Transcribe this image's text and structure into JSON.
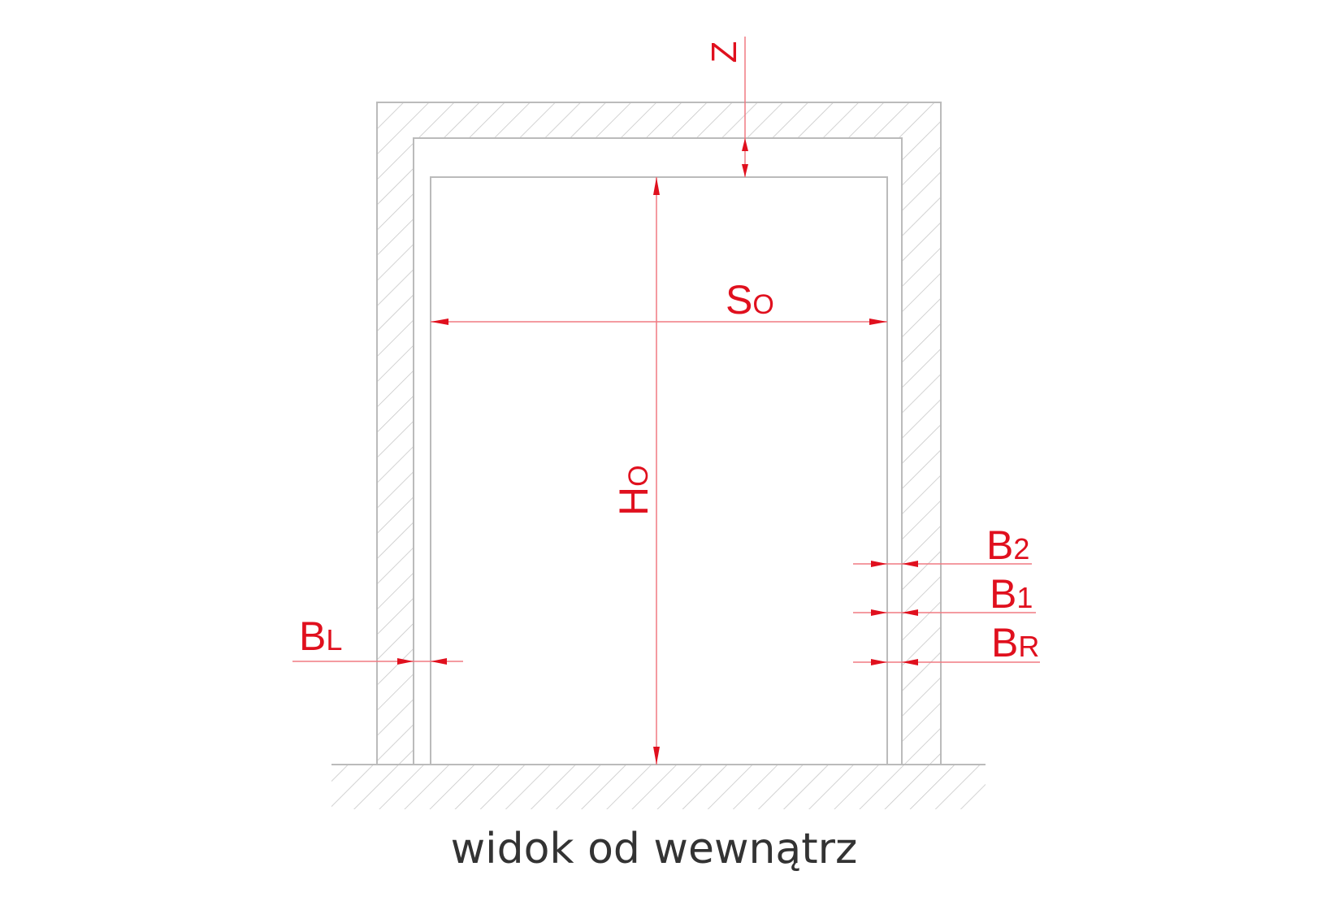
{
  "diagram": {
    "caption": "widok od wewnątrz",
    "labels": {
      "z": "Z",
      "so_main": "S",
      "so_sub": "O",
      "ho_main": "H",
      "ho_sub": "O",
      "b2_main": "B",
      "b2_sub": "2",
      "b1_main": "B",
      "b1_sub": "1",
      "br_main": "B",
      "br_sub": "R",
      "bl_main": "B",
      "bl_sub": "L"
    },
    "colors": {
      "dimension": "#e0101e",
      "wall": "#bbbbbb",
      "caption": "#333333"
    }
  }
}
